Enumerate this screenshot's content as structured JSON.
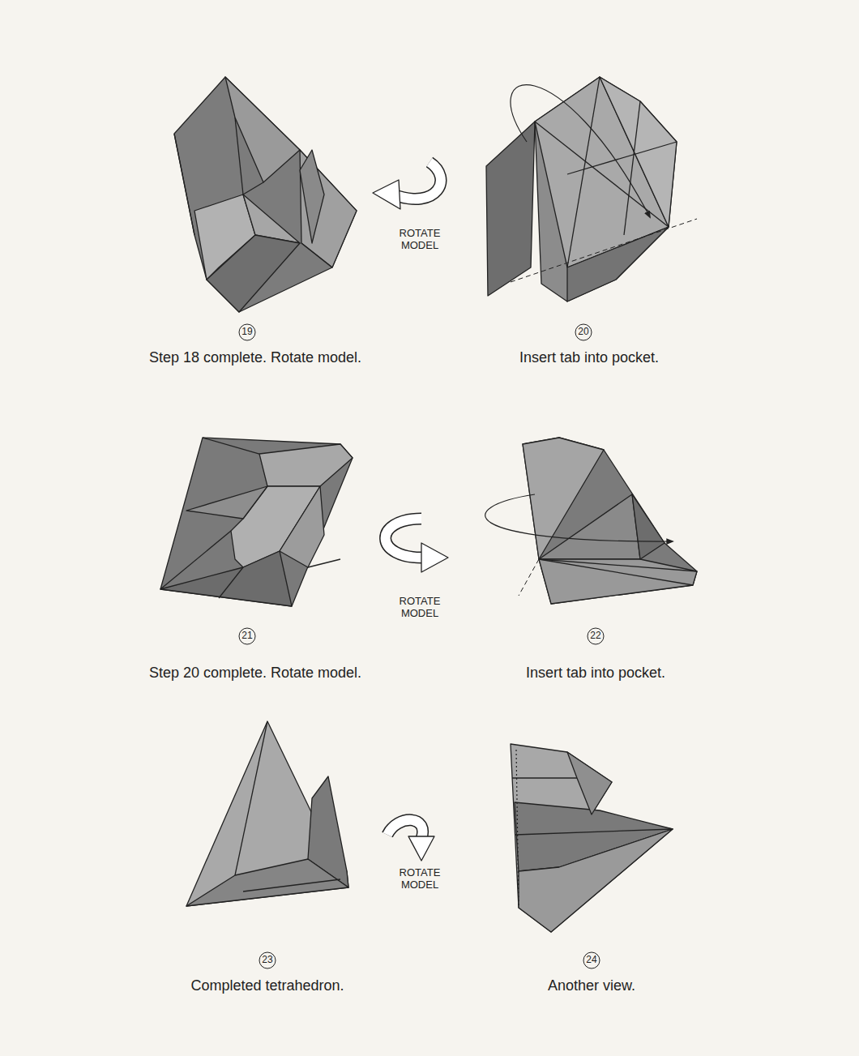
{
  "diagram": {
    "labels": [
      "19",
      "Step 18 complete. Rotate model.",
      "20",
      "Insert tab into pocket.",
      "ROTATE MODEL",
      "21",
      "Step 20 complete. Rotate model.",
      "22",
      "Insert tab into pocket.",
      "ROTATE MODEL",
      "23",
      "Completed tetrahedron.",
      "24",
      "Another view.",
      "ROTATE MODEL"
    ]
  }
}
